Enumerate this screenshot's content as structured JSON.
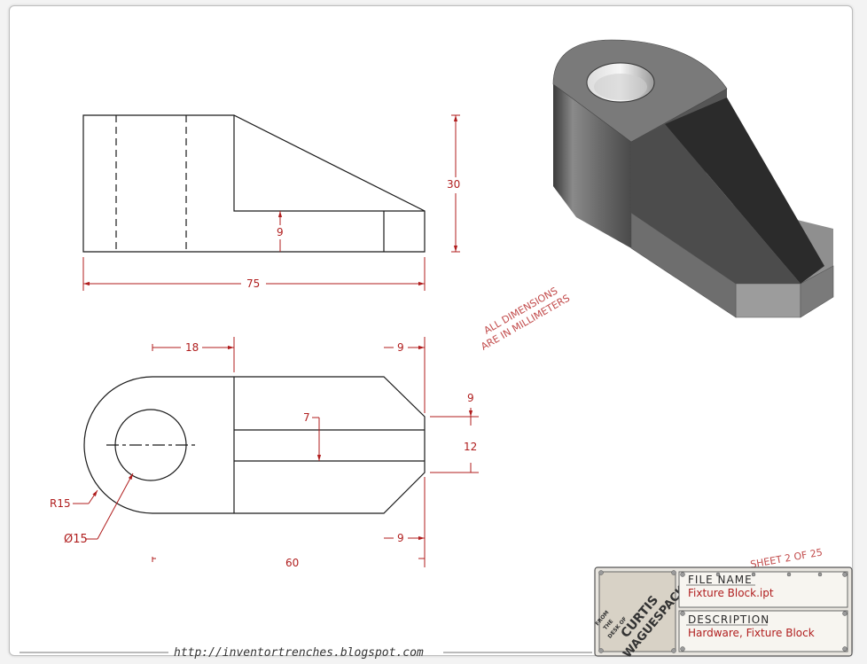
{
  "dimensions": {
    "front_height": "30",
    "front_step": "9",
    "front_width": "75",
    "top_hole_offset": "18",
    "top_chamfer_top": "9",
    "top_chamfer_bottom": "9",
    "right_chamfer": "9",
    "right_slot": "12",
    "slot_width": "7",
    "radius": "R15",
    "hole_diameter": "Ø15",
    "overall_length": "60"
  },
  "notes": {
    "line1": "ALL DIMENSIONS",
    "line2": "ARE IN MILLIMETERS",
    "sheet": "SHEET 2 OF 25"
  },
  "footer": {
    "url": "http://inventortrenches.blogspot.com"
  },
  "title_block": {
    "file_name_label": "FILE NAME",
    "file_name_value": "Fixture Block.ipt",
    "description_label": "DESCRIPTION",
    "description_value": "Hardware, Fixture Block",
    "stamp": {
      "line1": "FROM",
      "line2": "THE",
      "line3": "DESK OF",
      "name1": "CURTIS",
      "name2": "WAGUESPACK"
    }
  },
  "colors": {
    "dimension": "#b01e1e",
    "line": "#1a1a1a",
    "note": "#c24b4b"
  }
}
